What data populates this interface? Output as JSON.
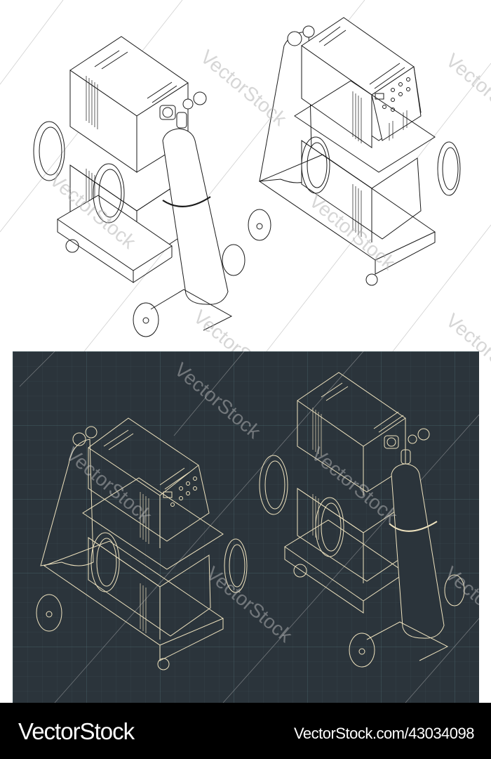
{
  "image": {
    "description": "Isometric technical line drawings of a welding machine (two stacked inverter units on a wheeled cart with gas cylinder) shown in two views, rendered twice: black lines on white, and cream lines on a dark blueprint grid",
    "colors": {
      "top_background": "#ffffff",
      "top_lines": "#1a1a1a",
      "blueprint_background": "#2b343b",
      "blueprint_grid": "#4a6670",
      "blueprint_lines": "#efe3bf",
      "footer_background": "#000000",
      "footer_text": "#ffffff",
      "watermark": "#b4b4b4"
    }
  },
  "panels": {
    "top": {
      "label": "white-drawing-panel",
      "views": [
        "front-left view with gas cylinder",
        "rear-right view with control panel"
      ]
    },
    "bottom": {
      "label": "blueprint-drawing-panel",
      "views": [
        "rear-right view with control panel",
        "front-left view with gas cylinder"
      ]
    }
  },
  "watermark": {
    "text": "VectorStock"
  },
  "footer": {
    "logo": "VectorStock",
    "url": "VectorStock.com/43034098"
  }
}
